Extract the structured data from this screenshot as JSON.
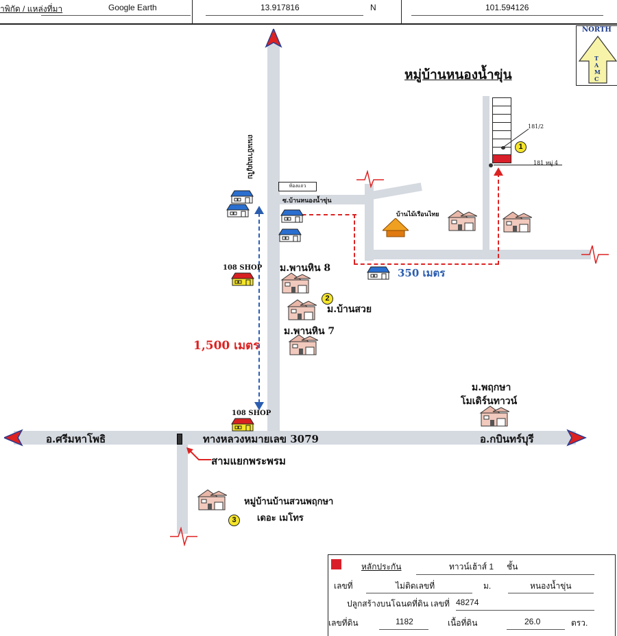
{
  "header": {
    "source_label": "าพิกัด / แหล่งที่มา",
    "source_value": "Google Earth",
    "latitude": "13.917816",
    "lat_suffix": "N",
    "longitude": "101.594126"
  },
  "north": {
    "label": "NORTH",
    "letters": "TAMC"
  },
  "title": "หมู่บ้านหนองน้ำขุ่น",
  "map": {
    "main_road_label": "ถนนบ้านบุญใบ",
    "row_house_label": "ห้องแถว",
    "soi_label": "ซ.บ้านหนองน้ำขุ่น",
    "wooden_house_label": "บ้านไม้เรือนไทย",
    "unit_181_2": "181/2",
    "unit_181": "181 หมู่ 4",
    "marker_1": "1",
    "marker_2": "2",
    "marker_3": "3",
    "shop_1": "108 SHOP",
    "shop_2": "108 SHOP",
    "village_panhin8": "ม.พานหิน 8",
    "village_bansuay": "ม.บ้านสวย",
    "village_panhin7": "ม.พานหิน 7",
    "distance_short": "350 เมตร",
    "distance_long": "1,500 เมตร",
    "village_pruksa_1": "ม.พฤกษา",
    "village_pruksa_2": "โมเดิร์นทาวน์",
    "highway_label": "ทางหลวงหมายเลข 3079",
    "west_label": "อ.ศรีมหาโพธิ",
    "east_label": "อ.กบินทร์บุรี",
    "junction_label": "สามแยกพระพรม",
    "village_suan_1": "หมู่บ้านบ้านสวนพฤกษา",
    "village_suan_2": "เดอะ เมโทร"
  },
  "info": {
    "legend_label": "หลักประกัน",
    "type_value": "ทาวน์เฮ้าส์ 1",
    "floors_label": "ชั้น",
    "no_label": "เลขที่",
    "no_value": "ไม่ติดเลขที่",
    "moo_label": "ม.",
    "moo_value": "หนองน้ำขุ่น",
    "deed_label": "ปลูกสร้างบนโฉนดที่ดิน เลขที่",
    "deed_value": "48274",
    "land_no_label": "เลขที่ดิน",
    "land_no_value": "1182",
    "area_label": "เนื้อที่ดิน",
    "area_value": "26.0",
    "area_unit": "ตรว."
  },
  "colors": {
    "road": "#d5d9e0",
    "route_red": "#dd2222",
    "route_blue": "#2a5db0",
    "marker": "#f5e52a",
    "collateral": "#d9202a"
  }
}
